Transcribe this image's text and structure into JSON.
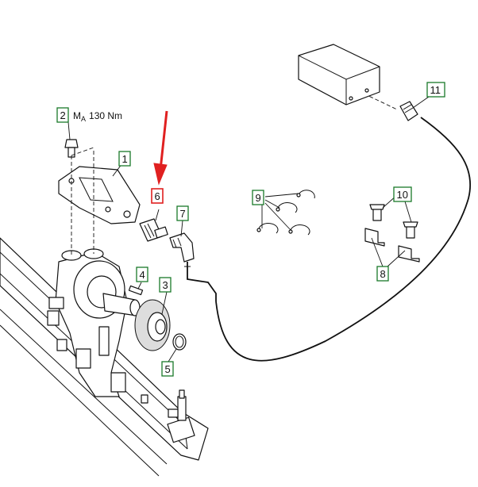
{
  "torque_annotation": {
    "prefix": "M",
    "subscript": "A",
    "value": "130 Nm"
  },
  "callouts": [
    {
      "label": "1"
    },
    {
      "label": "2"
    },
    {
      "label": "3"
    },
    {
      "label": "4"
    },
    {
      "label": "5"
    },
    {
      "label": "6"
    },
    {
      "label": "7"
    },
    {
      "label": "8"
    },
    {
      "label": "9"
    },
    {
      "label": "10"
    },
    {
      "label": "11"
    }
  ],
  "highlight_arrow_color": "#e02020",
  "callout_border_color": "#1a7a2a"
}
